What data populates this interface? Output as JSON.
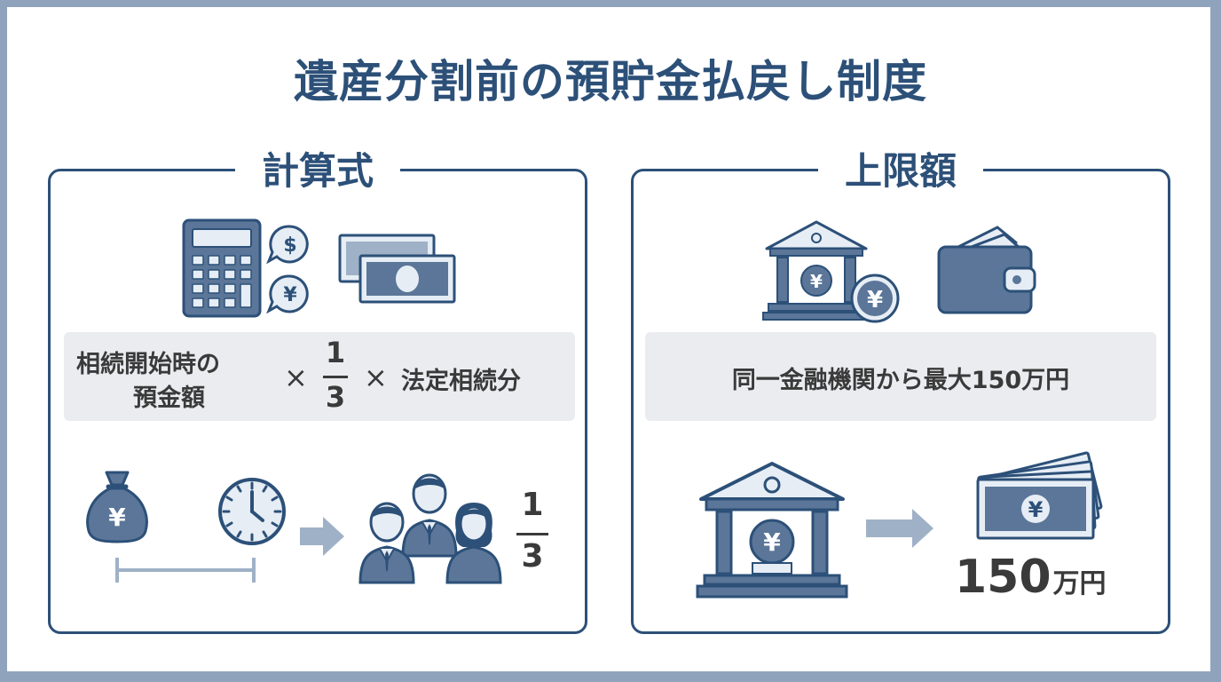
{
  "title": "遺産分割前の預貯金払戻し制度",
  "left_panel": {
    "heading": "計算式",
    "formula": {
      "term1_line1": "相続開始時の",
      "term1_line2": "預金額",
      "times1": "×",
      "frac_num": "1",
      "frac_den": "3",
      "times2": "×",
      "term2": "法定相続分"
    },
    "bottom_fraction": {
      "num": "1",
      "den": "3"
    }
  },
  "right_panel": {
    "heading": "上限額",
    "limit_text": "同一金融機関から最大150万円",
    "amount_number": "150",
    "amount_unit": "万円"
  },
  "icon_symbols": {
    "dollar": "$",
    "yen": "¥"
  },
  "colors": {
    "primary": "#2c5078",
    "icon_fill": "#5b7698",
    "icon_light": "#e6edf5",
    "arrow": "#9fb1c6",
    "text_dark": "#3a3a3a"
  }
}
